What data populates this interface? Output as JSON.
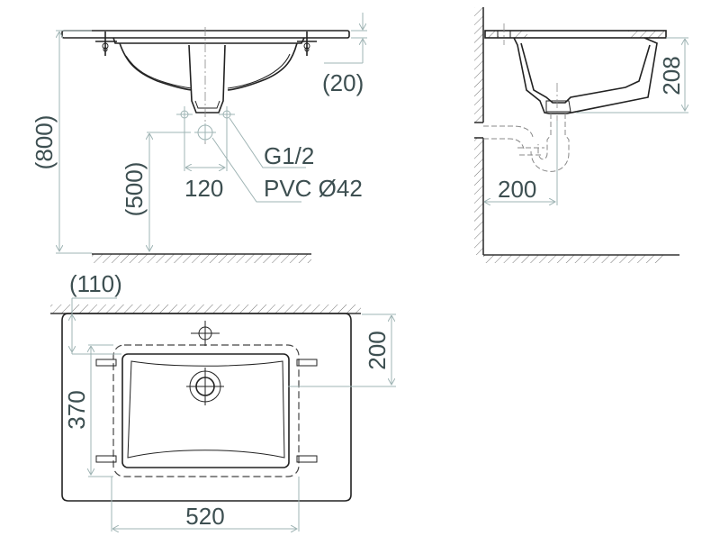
{
  "drawing": {
    "front_view": {
      "dimensions": {
        "total_height": "(800)",
        "drain_height": "(500)",
        "rim_thickness": "(20)",
        "tap_spacing": "120"
      },
      "callouts": {
        "water_inlet": "G1/2",
        "drain": "PVC Ø42"
      }
    },
    "side_view": {
      "dimensions": {
        "basin_depth": "208",
        "trap_offset_from_wall": "200"
      }
    },
    "top_view": {
      "dimensions": {
        "wall_to_basin": "(110)",
        "basin_width": "370",
        "wall_to_drain_center": "200",
        "cutout_length": "520"
      }
    },
    "colors": {
      "dimension_line": "#9fb4b4",
      "dimension_text": "#3d4f51",
      "object_line": "#222222",
      "background": "#ffffff"
    }
  }
}
